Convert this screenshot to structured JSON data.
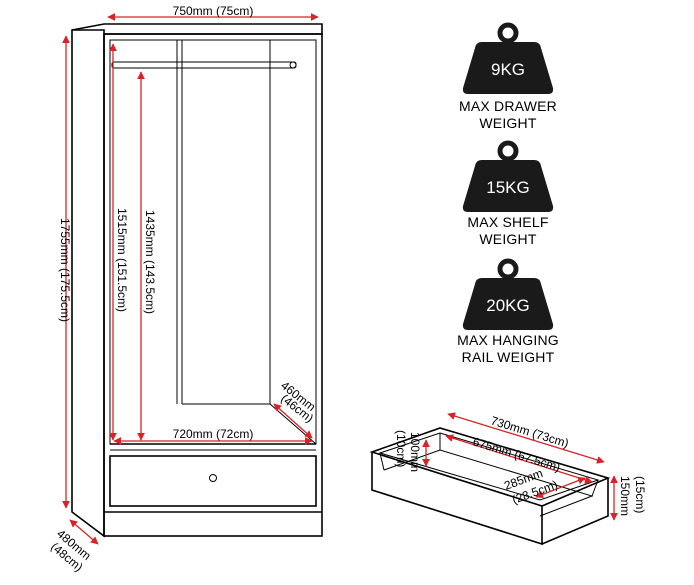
{
  "dimensions": {
    "wardrobe_width": "750mm (75cm)",
    "wardrobe_height": "1755mm (175.5cm)",
    "inner_height_1": "1515mm (151.5cm)",
    "inner_height_2": "1435mm (143.5cm)",
    "inner_width": "720mm (72cm)",
    "inner_depth_a": "460mm",
    "inner_depth_b": "(46cm)",
    "depth_a": "480mm",
    "depth_b": "(48cm)",
    "drawer_width": "730mm (73cm)",
    "drawer_inner_width": "675mm (67.5cm)",
    "drawer_depth_a": "285mm",
    "drawer_depth_b": "(28.5cm)",
    "drawer_inner_height_a": "100mm",
    "drawer_inner_height_b": "(10cm)",
    "drawer_height_a": "150mm",
    "drawer_height_b": "(15cm)"
  },
  "weights": [
    {
      "value": "9KG",
      "label_line1": "MAX DRAWER",
      "label_line2": "WEIGHT"
    },
    {
      "value": "15KG",
      "label_line1": "MAX SHELF",
      "label_line2": "WEIGHT"
    },
    {
      "value": "20KG",
      "label_line1": "MAX HANGING",
      "label_line2": "RAIL WEIGHT"
    }
  ],
  "colors": {
    "dimension_line": "#d8232a",
    "outline": "#000000",
    "weight_fill": "#1a1a1a"
  }
}
